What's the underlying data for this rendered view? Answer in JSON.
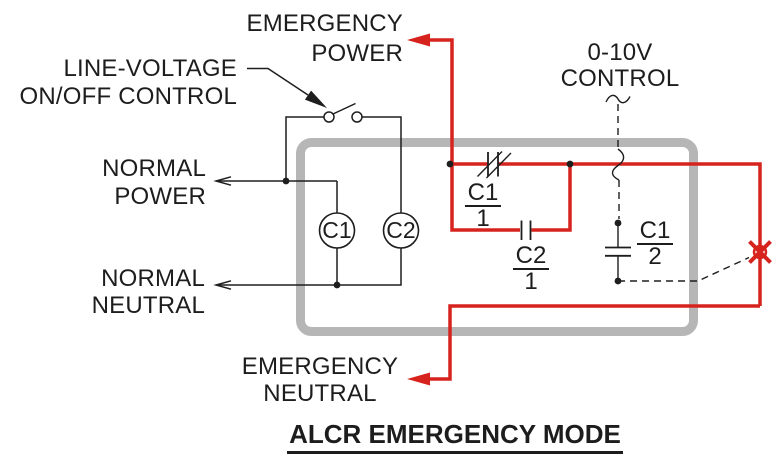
{
  "title": "ALCR EMERGENCY MODE",
  "labels": {
    "emergency_power": {
      "line1": "EMERGENCY",
      "line2": "POWER"
    },
    "line_voltage": {
      "line1": "LINE-VOLTAGE",
      "line2": "ON/OFF CONTROL"
    },
    "normal_power": {
      "line1": "NORMAL",
      "line2": "POWER"
    },
    "normal_neutral": {
      "line1": "NORMAL",
      "line2": "NEUTRAL"
    },
    "control_0_10v": {
      "line1": "0-10V",
      "line2": "CONTROL"
    },
    "emergency_neutral": {
      "line1": "EMERGENCY",
      "line2": "NEUTRAL"
    }
  },
  "components": {
    "relay_c1": "C1",
    "relay_c2": "C2",
    "contact_c1_1": {
      "numerator": "C1",
      "denominator": "1"
    },
    "contact_c2_1": {
      "numerator": "C2",
      "denominator": "1"
    },
    "contact_c1_2": {
      "numerator": "C1",
      "denominator": "2"
    }
  },
  "colors": {
    "wire_red": "#d7231d",
    "enclosure_gray": "#b6b6b6",
    "wire_black": "#1e1e1e"
  }
}
